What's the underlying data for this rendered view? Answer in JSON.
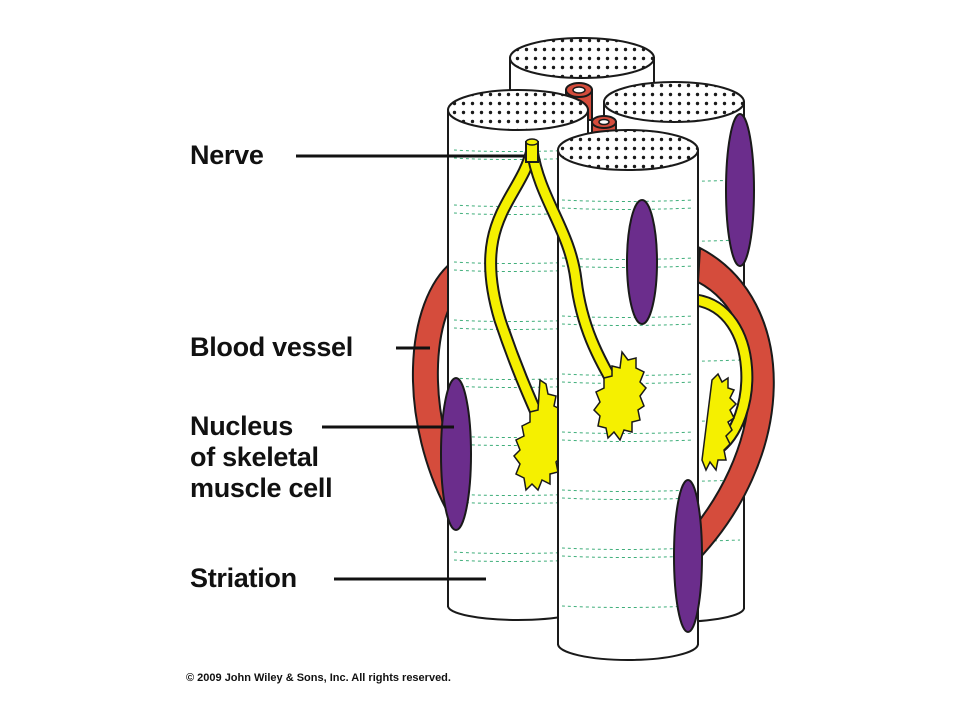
{
  "labels": {
    "nerve": "Nerve",
    "blood_vessel": "Blood vessel",
    "nucleus_line1": "Nucleus",
    "nucleus_line2": "of skeletal",
    "nucleus_line3": "muscle cell",
    "striation": "Striation"
  },
  "copyright": "© 2009 John Wiley & Sons, Inc. All rights reserved.",
  "colors": {
    "nerve": "#f5f000",
    "blood_vessel": "#d54c3c",
    "nucleus": "#6b2d8c",
    "striation": "#3fae7a",
    "fiber_fill": "#ffffff",
    "outline": "#1a1a1a"
  }
}
